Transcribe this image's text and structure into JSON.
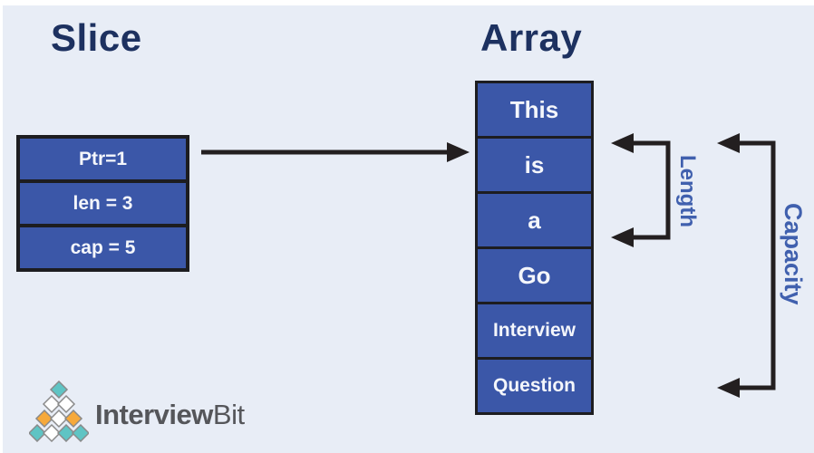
{
  "titles": {
    "slice": "Slice",
    "array": "Array"
  },
  "slice_box": {
    "fields": [
      "Ptr=1",
      "len = 3",
      "cap = 5"
    ]
  },
  "array": {
    "cells": [
      "This",
      "is",
      "a",
      "Go",
      "Interview",
      "Question"
    ]
  },
  "annotations": {
    "length_label": "Length",
    "capacity_label": "Capacity"
  },
  "logo": {
    "brand_bold": "Interview",
    "brand_light": "Bit"
  },
  "icons": {
    "pointer_arrow": "right-arrow",
    "length_bracket": "left-bracket-arrows",
    "capacity_bracket": "left-bracket-arrows",
    "logo_mark": "diamond-pyramid"
  },
  "colors": {
    "background": "#e8edf6",
    "frame_white": "#ffffff",
    "title_navy": "#1d3160",
    "cell_blue": "#3b57a8",
    "cell_border": "#1d1d20",
    "cell_text": "#f4f6fb",
    "arrow_black": "#231f20",
    "label_blue": "#4060ae",
    "logo_teal": "#5fc4c4",
    "logo_orange": "#f6a93b",
    "logo_white": "#ffffff",
    "logo_outline": "#8a8a8a",
    "logo_text_gray": "#55565a"
  }
}
